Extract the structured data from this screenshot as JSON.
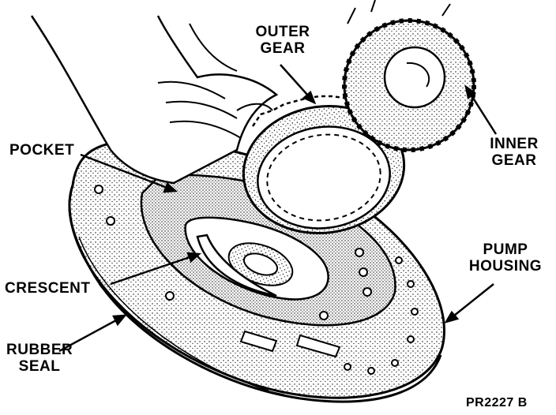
{
  "labels": {
    "outer_gear_1": "OUTER",
    "outer_gear_2": "GEAR",
    "inner_gear_1": "INNER",
    "inner_gear_2": "GEAR",
    "pocket": "POCKET",
    "crescent": "CRESCENT",
    "rubber_seal_1": "RUBBER",
    "rubber_seal_2": "SEAL",
    "pump_housing_1": "PUMP",
    "pump_housing_2": "HOUSING",
    "figure_code": "PR2227 B"
  }
}
